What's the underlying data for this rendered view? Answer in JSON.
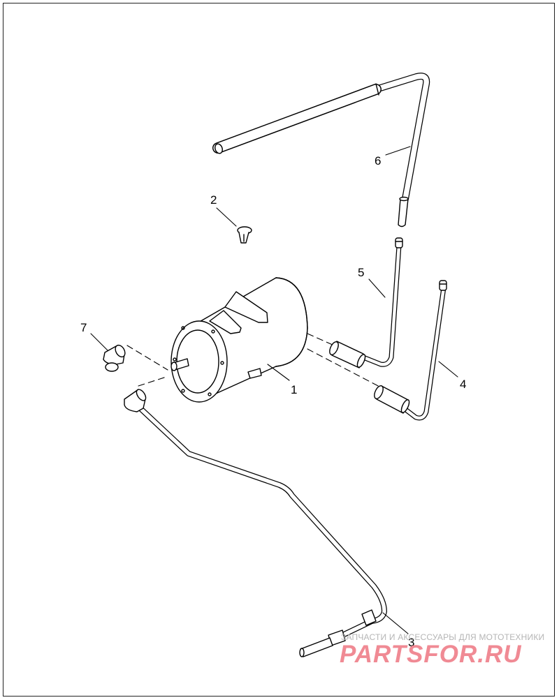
{
  "diagram": {
    "callouts": [
      "1",
      "2",
      "3",
      "4",
      "5",
      "6",
      "7"
    ]
  },
  "watermark": {
    "caption": "ЗАПЧАСТИ И АКСЕССУАРЫ ДЛЯ МОТОТЕХНИКИ",
    "logo": "PARTSFOR.RU",
    "color": "#f08a94"
  }
}
